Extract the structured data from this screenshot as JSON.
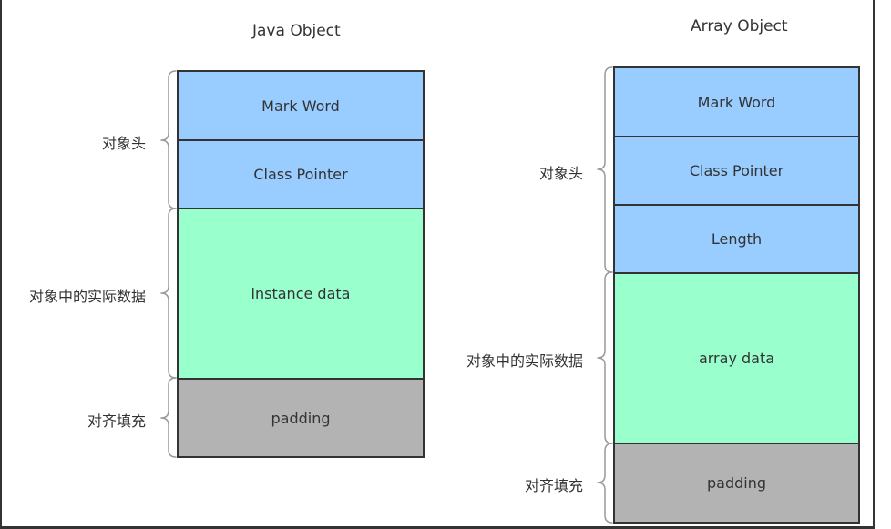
{
  "left": {
    "title": "Java Object",
    "blocks": [
      "Mark Word",
      "Class Pointer",
      "instance data",
      "padding"
    ],
    "labels": [
      "对象头",
      "对象中的实际数据",
      "对齐填充"
    ]
  },
  "right": {
    "title": "Array Object",
    "blocks": [
      "Mark Word",
      "Class Pointer",
      "Length",
      "array data",
      "padding"
    ],
    "labels": [
      "对象头",
      "对象中的实际数据",
      "对齐填充"
    ]
  },
  "colors": {
    "header": "#99ccff",
    "data": "#99ffcc",
    "padding": "#b3b3b3"
  }
}
